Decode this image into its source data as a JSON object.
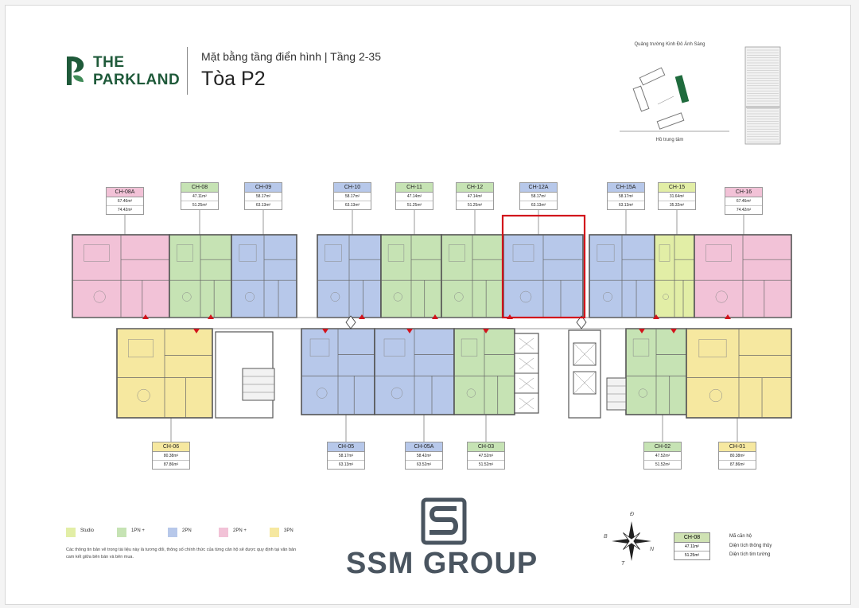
{
  "header": {
    "logo_line1": "THE",
    "logo_line2": "PARKLAND",
    "plan_subtitle": "Mặt bằng tầng điển hình | Tầng 2-35",
    "plan_title": "Tòa P2"
  },
  "site": {
    "top_label": "Quảng trường Kinh Đô Ánh Sáng",
    "bottom_label": "Hồ trung tâm"
  },
  "colors": {
    "studio": "#e2eea6",
    "1pn_plus": "#c6e3b4",
    "2pn": "#b7c8ea",
    "2pn_plus": "#f2c2d7",
    "3pn": "#f6e8a0",
    "highlight": "#d2141c",
    "brand": "#4a5560",
    "logo": "#1f5a3a"
  },
  "units": [
    {
      "code": "CH-08A",
      "a1": "67.46m²",
      "a2": "74.42m²",
      "type": "2pn_plus"
    },
    {
      "code": "CH-08",
      "a1": "47.11m²",
      "a2": "51.25m²",
      "type": "1pn_plus"
    },
    {
      "code": "CH-09",
      "a1": "58.17m²",
      "a2": "63.13m²",
      "type": "2pn"
    },
    {
      "code": "CH-10",
      "a1": "58.17m²",
      "a2": "63.13m²",
      "type": "2pn"
    },
    {
      "code": "CH-11",
      "a1": "47.14m²",
      "a2": "51.25m²",
      "type": "1pn_plus"
    },
    {
      "code": "CH-12",
      "a1": "47.14m²",
      "a2": "51.25m²",
      "type": "1pn_plus"
    },
    {
      "code": "CH-12A",
      "a1": "58.17m²",
      "a2": "63.13m²",
      "type": "2pn"
    },
    {
      "code": "CH-15A",
      "a1": "58.17m²",
      "a2": "63.13m²",
      "type": "2pn"
    },
    {
      "code": "CH-15",
      "a1": "31.64m²",
      "a2": "35.32m²",
      "type": "studio"
    },
    {
      "code": "CH-16",
      "a1": "67.46m²",
      "a2": "74.42m²",
      "type": "2pn_plus"
    },
    {
      "code": "CH-06",
      "a1": "80.38m²",
      "a2": "87.86m²",
      "type": "3pn"
    },
    {
      "code": "CH-05",
      "a1": "58.17m²",
      "a2": "63.13m²",
      "type": "2pn"
    },
    {
      "code": "CH-05A",
      "a1": "58.42m²",
      "a2": "63.52m²",
      "type": "2pn"
    },
    {
      "code": "CH-03",
      "a1": "47.52m²",
      "a2": "51.52m²",
      "type": "1pn_plus"
    },
    {
      "code": "CH-02",
      "a1": "47.52m²",
      "a2": "51.52m²",
      "type": "1pn_plus"
    },
    {
      "code": "CH-01",
      "a1": "80.38m²",
      "a2": "87.86m²",
      "type": "3pn"
    }
  ],
  "legend": [
    {
      "label": "Studio",
      "type": "studio"
    },
    {
      "label": "1PN +",
      "type": "1pn_plus"
    },
    {
      "label": "2PN",
      "type": "2pn"
    },
    {
      "label": "2PN +",
      "type": "2pn_plus"
    },
    {
      "label": "3PN",
      "type": "3pn"
    }
  ],
  "note": "Các thông tin bản vẽ trong tài liệu này là tương đối, thông số chính thức của từng căn hộ sẽ được quy định tại văn bản cam kết giữa bên bán và bên mua.",
  "brand": {
    "name": "SSM GROUP"
  },
  "compass": {
    "n": "N",
    "s": "T",
    "e": "Đ",
    "w": "B"
  },
  "key": {
    "code": "CH-08",
    "a1": "47.11m²",
    "a2": "51.25m²",
    "code_label": "Mã căn hộ",
    "a1_label": "Diện tích thông thủy",
    "a2_label": "Diện tích tim tường"
  }
}
